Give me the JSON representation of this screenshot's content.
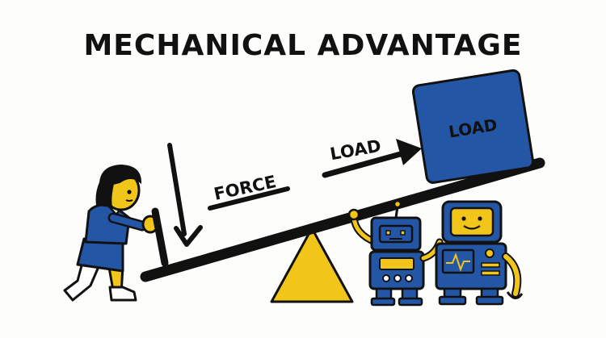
{
  "diagram": {
    "title": "MECHANICAL ADVANTAGE",
    "labels": {
      "force": "FORCE",
      "load_arrow": "LOAD",
      "load_box": "LOAD"
    }
  },
  "colors": {
    "outline": "#111111",
    "blue": "#2456a6",
    "yellow": "#f2c51b",
    "skin": "#f2c51b",
    "white": "#ffffff",
    "background": "#fdfdfb"
  },
  "icons": [
    "arrow-down-icon",
    "arrow-right-icon",
    "triangle-fulcrum-icon"
  ]
}
